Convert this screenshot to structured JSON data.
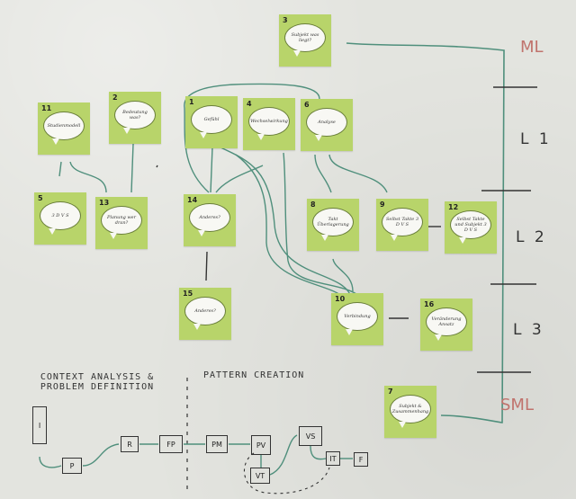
{
  "notes": [
    {
      "id": "n3",
      "number": "3",
      "text": "Subjekt was liegt?"
    },
    {
      "id": "n11",
      "number": "11",
      "text": "Studienmodell"
    },
    {
      "id": "n2",
      "number": "2",
      "text": "Bedeutung was?"
    },
    {
      "id": "n1",
      "number": "1",
      "text": "Gefühl"
    },
    {
      "id": "n4",
      "number": "4",
      "text": "Wechselwirkung"
    },
    {
      "id": "n6",
      "number": "6",
      "text": "Analyse"
    },
    {
      "id": "n5",
      "number": "5",
      "text": "3 D V S"
    },
    {
      "id": "n13",
      "number": "13",
      "text": "Planung wer dran?"
    },
    {
      "id": "n14",
      "number": "14",
      "text": "Anderes?"
    },
    {
      "id": "n8",
      "number": "8",
      "text": "Takt Überlagerung"
    },
    {
      "id": "n9",
      "number": "9",
      "text": "Selbst Takte 3 D V S"
    },
    {
      "id": "n12",
      "number": "12",
      "text": "Selbst Takte und Subjekt 3 D V S"
    },
    {
      "id": "n15",
      "number": "15",
      "text": "Anderes?"
    },
    {
      "id": "n10",
      "number": "10",
      "text": "Verbindung"
    },
    {
      "id": "n16",
      "number": "16",
      "text": "Veränderung Ansatz"
    },
    {
      "id": "n7",
      "number": "7",
      "text": "Subjekt & Zusammenhang"
    }
  ],
  "levels": {
    "ml": "ML",
    "l1": "L 1",
    "l2": "L 2",
    "l3": "L 3",
    "sml": "SML"
  },
  "phases": {
    "context": "CONTEXT ANALYSIS & PROBLEM DEFINITION",
    "pattern": "PATTERN CREATION"
  },
  "flow_boxes": {
    "i": "I",
    "p": "P",
    "r": "R",
    "fp": "FP",
    "pm": "PM",
    "pv": "PV",
    "vs": "VS",
    "vt": "VT",
    "it": "IT",
    "f": "F"
  },
  "colors": {
    "sticky_note": "#b8d46a",
    "wire": "#4f8f7c",
    "level_marker": "#c0736d",
    "board": "#e3e4df"
  }
}
